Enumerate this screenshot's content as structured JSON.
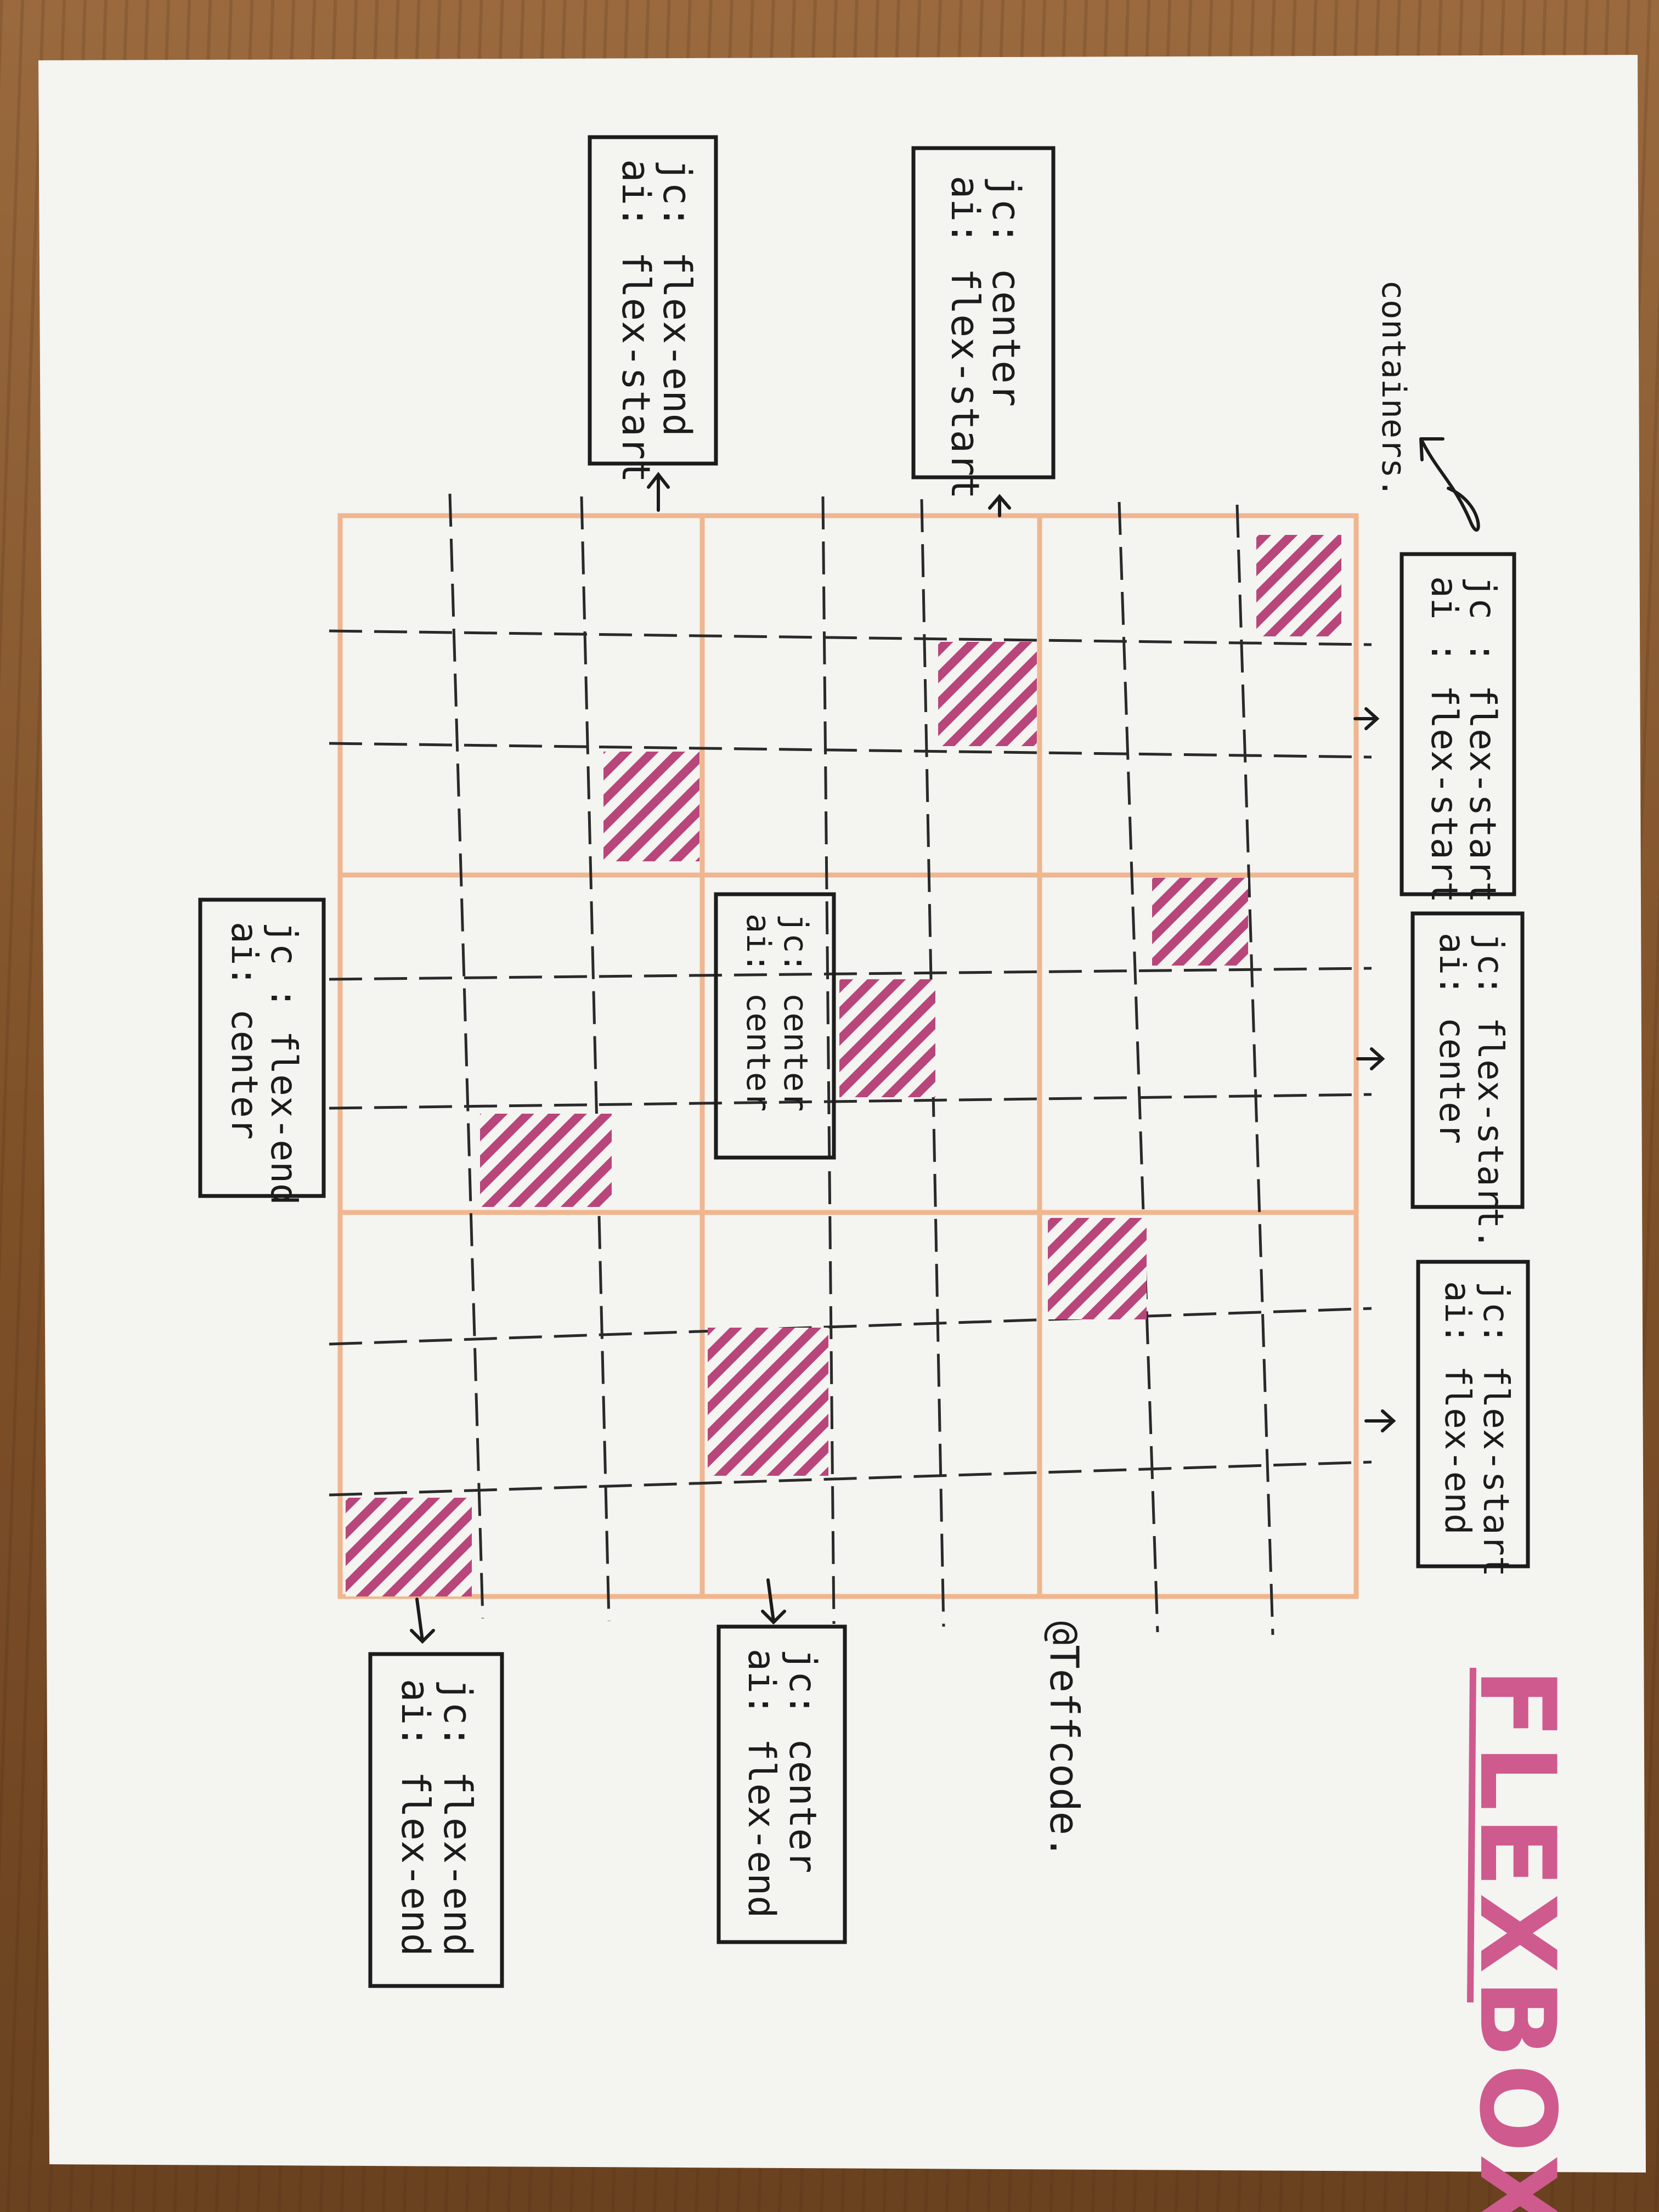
{
  "title": "FLEXBOX",
  "containers_label": "containers.",
  "credit": "@Teffcode.",
  "labels": [
    {
      "id": "jc-flex-start-ai-flex-start",
      "jc": "jc : flex-start",
      "ai": "ai : flex-start"
    },
    {
      "id": "jc-flex-start-ai-center",
      "jc": "jc: flex-start.",
      "ai": "ai: center"
    },
    {
      "id": "jc-flex-start-ai-flex-end",
      "jc": "jc: flex-start",
      "ai": "ai: flex-end"
    },
    {
      "id": "jc-center-ai-flex-start",
      "jc": "jc: center",
      "ai": "ai: flex-start"
    },
    {
      "id": "jc-center-ai-center",
      "jc": "jc: center",
      "ai": "ai: center"
    },
    {
      "id": "jc-center-ai-flex-end",
      "jc": "jc: center",
      "ai": "ai: flex-end"
    },
    {
      "id": "jc-flex-end-ai-flex-start",
      "jc": "jc: flex-end",
      "ai": "ai: flex-start"
    },
    {
      "id": "jc-flex-end-ai-center",
      "jc": "jc : flex-end",
      "ai": "ai: center"
    },
    {
      "id": "jc-flex-end-ai-flex-end",
      "jc": "jc: flex-end",
      "ai": "ai: flex-end"
    }
  ],
  "grid": {
    "containers": 3,
    "cells_per_container": 3,
    "highlighted_items": 9
  },
  "colors": {
    "paper": "#f4f4f1",
    "ink": "#1c1c1c",
    "container_grid": "#efb690",
    "item_hatch": "#b8467a",
    "title": "#cf5a8e"
  }
}
